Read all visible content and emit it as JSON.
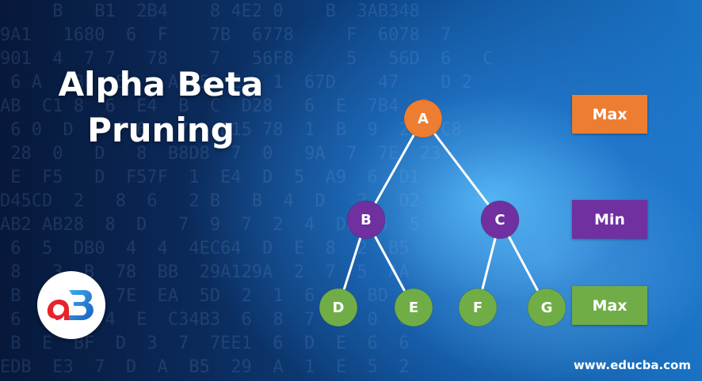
{
  "title_line1": "Alpha Beta",
  "title_line2": "Pruning",
  "logo": {
    "icon": "educba-logo-icon"
  },
  "nodes": [
    {
      "id": "A",
      "label": "A",
      "color": "#ed7d31"
    },
    {
      "id": "B",
      "label": "B",
      "color": "#7030a0"
    },
    {
      "id": "C",
      "label": "C",
      "color": "#7030a0"
    },
    {
      "id": "D",
      "label": "D",
      "color": "#70ad47"
    },
    {
      "id": "E",
      "label": "E",
      "color": "#70ad47"
    },
    {
      "id": "F",
      "label": "F",
      "color": "#70ad47"
    },
    {
      "id": "G",
      "label": "G",
      "color": "#70ad47"
    }
  ],
  "edges": [
    [
      "A",
      "B"
    ],
    [
      "A",
      "C"
    ],
    [
      "B",
      "D"
    ],
    [
      "B",
      "E"
    ],
    [
      "C",
      "F"
    ],
    [
      "C",
      "G"
    ]
  ],
  "levels": [
    {
      "label": "Max",
      "color": "#ed7d31"
    },
    {
      "label": "Min",
      "color": "#7030a0"
    },
    {
      "label": "Max",
      "color": "#70ad47"
    }
  ],
  "website": "www.educba.com"
}
